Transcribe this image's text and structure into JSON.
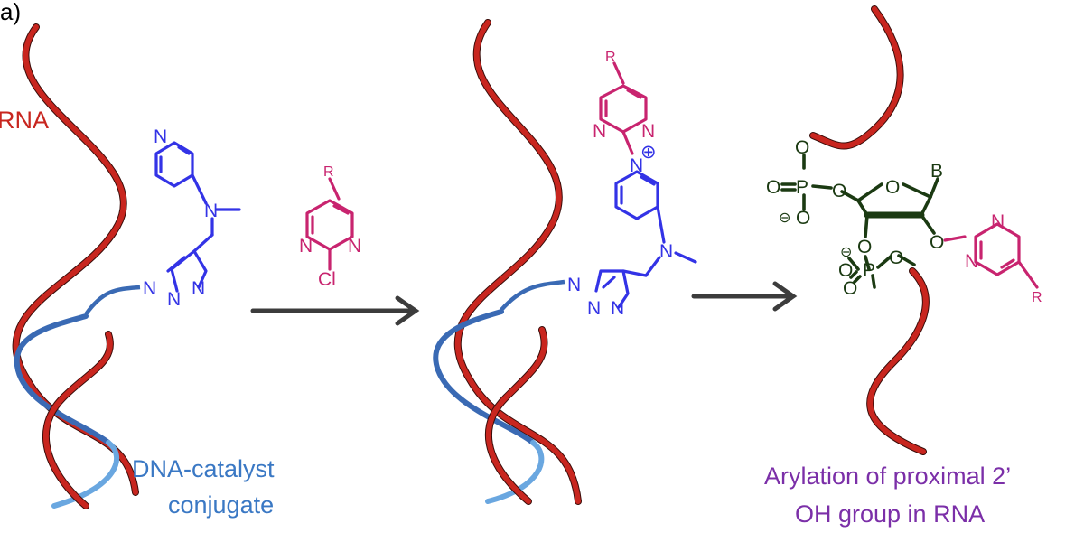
{
  "panel_label": "a)",
  "labels": {
    "rna": "RNA",
    "dna_catalyst_line1": "DNA-catalyst",
    "dna_catalyst_line2": "conjugate",
    "arylation_line1": "Arylation of proximal 2’",
    "arylation_line2": "OH group in RNA"
  },
  "reagent": {
    "r": "R",
    "n_left": "N",
    "n_right": "N",
    "cl": "Cl"
  },
  "catalyst1": {
    "n_pyridine": "N",
    "n_amine": "N",
    "n1": "N",
    "n2": "N",
    "n3": "N"
  },
  "catalyst2": {
    "r": "R",
    "n_pym_left": "N",
    "n_pym_right": "N",
    "n_pyridinium": "N",
    "plus": "⊕",
    "n_amine": "N",
    "n1": "N",
    "n2": "N",
    "n3": "N"
  },
  "product": {
    "o_top": "O",
    "p_top": "P",
    "o_left": "O",
    "o_minus": "O",
    "o_ring_link": "O",
    "o_ring": "O",
    "b": "B",
    "o_3": "O",
    "o_minus2": "O",
    "p_bottom": "P",
    "o_bottom": "O",
    "o_bottom_link": "O",
    "o_2": "O",
    "n_pym_top": "N",
    "n_pym_left": "N",
    "r": "R",
    "minus1": "⊖",
    "minus2": "⊖"
  },
  "colors": {
    "rna": "#c8261f",
    "dna": "#3a6ab4",
    "catalyst": "#3333e6",
    "reagent": "#c8246f",
    "product_backbone": "#1b3a12",
    "dna_label": "#3a78c4",
    "arylation_label": "#7b2fa8",
    "arrow": "#3c3c3c"
  }
}
